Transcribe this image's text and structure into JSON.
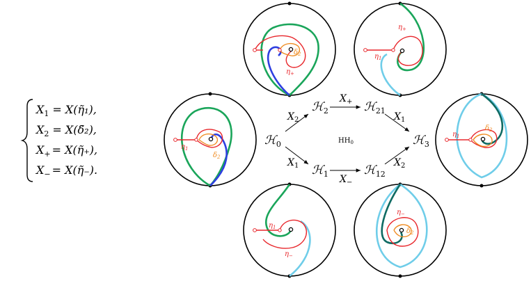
{
  "equations": [
    {
      "lhs": "X",
      "sub": "1",
      "rhs": "= X(η̃₁),"
    },
    {
      "lhs": "X",
      "sub": "2",
      "rhs": "= X(δ̃₂),"
    },
    {
      "lhs": "X",
      "sub": "+",
      "rhs": "= X(η̃₊),"
    },
    {
      "lhs": "X",
      "sub": "−",
      "rhs": "= X(η̃₋)."
    }
  ],
  "nodes": {
    "h0": {
      "base": "ℋ",
      "sub": "0"
    },
    "h2": {
      "base": "ℋ",
      "sub": "2"
    },
    "h21": {
      "base": "ℋ",
      "sub": "21"
    },
    "h1": {
      "base": "ℋ",
      "sub": "1"
    },
    "h12": {
      "base": "ℋ",
      "sub": "12"
    },
    "h3": {
      "base": "ℋ",
      "sub": "3"
    }
  },
  "arrow_labels": {
    "h0_h2": {
      "base": "X",
      "sub": "2"
    },
    "h2_h21": {
      "base": "X",
      "sub": "+"
    },
    "h21_h3": {
      "base": "X",
      "sub": "1"
    },
    "h0_h1": {
      "base": "X",
      "sub": "1"
    },
    "h1_h12": {
      "base": "X",
      "sub": "−"
    },
    "h12_h3": {
      "base": "X",
      "sub": "2"
    }
  },
  "center_label": {
    "base": "HH",
    "sub": "0"
  },
  "curve_labels": {
    "left": {
      "eta": {
        "base": "η",
        "sub": "1"
      },
      "delta": {
        "base": "δ",
        "sub": "2"
      }
    },
    "top1": {
      "eta": {
        "base": "η",
        "sub": "+"
      },
      "delta": {
        "base": "δ",
        "sub": "2"
      }
    },
    "top2": {
      "eta1": {
        "base": "η",
        "sub": "+"
      },
      "eta2": {
        "base": "η",
        "sub": "1"
      }
    },
    "right": {
      "eta": {
        "base": "η",
        "sub": "1"
      },
      "delta": {
        "base": "δ",
        "sub": "2"
      }
    },
    "bottom1": {
      "eta1": {
        "base": "η",
        "sub": "1"
      },
      "eta2": {
        "base": "η",
        "sub": "−"
      }
    },
    "bottom2": {
      "eta": {
        "base": "η",
        "sub": "−"
      },
      "delta": {
        "base": "δ",
        "sub": "2"
      }
    }
  },
  "colors": {
    "red": "#e8262b",
    "orange": "#ef8c22",
    "green": "#1aa55a",
    "blue": "#2e3fe0",
    "lightblue": "#6fcde9",
    "teal": "#0f6b63"
  }
}
